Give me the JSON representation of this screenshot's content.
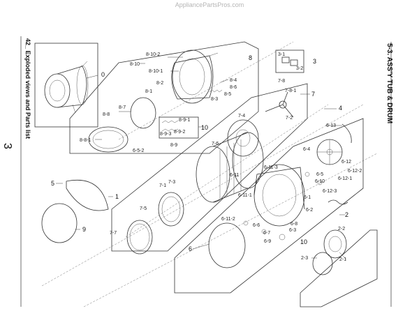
{
  "watermark": "AppliancePartsPros.com",
  "page_footer": "42_ Exploded views and Parts list",
  "section_title": "5-3. ASS'Y TUB & DRUM",
  "margin_mark": "3",
  "callouts": {
    "c0": "0",
    "c8": "8",
    "c8_10": "8-10",
    "c8_10_1": "8-10-1",
    "c8_10_2": "8-10-2",
    "c8_1": "8-1",
    "c8_2": "8-2",
    "c8_3": "8-3",
    "c8_4": "8-4",
    "c8_5": "8-5",
    "c8_6": "8-6",
    "c8_7": "8-7",
    "c8_8": "8-8",
    "c8_8_1": "8-8-1",
    "c8_9": "8-9",
    "c8_9_1": "8-9-1",
    "c8_9_2": "8-9-2",
    "c8_9_3": "8-9-3",
    "c6_5_2": "6-5-2",
    "c10a": "10",
    "c10b": "10",
    "c3": "3",
    "c3_1": "3-1",
    "c3_2": "3-2",
    "c7": "7",
    "c7_8": "7-8",
    "c7_8_1": "7-8-1",
    "c7_2": "7-2",
    "c7_4": "7-4",
    "c7_6": "7-6",
    "c7_3": "7-3",
    "c7_1": "7-1",
    "c7_5": "7-5",
    "c7_7": "7-7",
    "c4": "4",
    "c6_13": "6-13",
    "c6_4": "6-4",
    "c6_12": "6-12",
    "c6_12_1": "6-12-1",
    "c6_12_2": "6-12-2",
    "c6_12_3": "6-12-3",
    "c6_11": "6-11",
    "c6_11_1": "6-11-1",
    "c6_11_2": "6-11-2",
    "c6_11_3": "6-11-3",
    "c6_5": "6-5",
    "c6_10": "6-10",
    "c6_1": "6-1",
    "c6_2": "6-2",
    "c6_3": "6-3",
    "c6_6": "6-6",
    "c6_7": "6-7",
    "c6_8": "6-8",
    "c6_9": "6-9",
    "c6": "6",
    "c5": "5",
    "c1": "1",
    "c9": "9",
    "c2": "2",
    "c2_1": "2-1",
    "c2_2": "2-2",
    "c2_3": "2-3"
  }
}
